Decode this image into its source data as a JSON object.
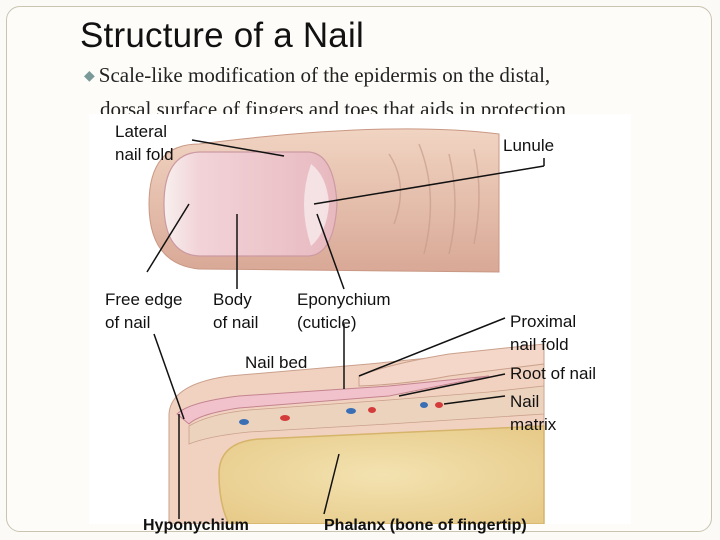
{
  "slide": {
    "title": "Structure of a Nail",
    "bullet_line1": "Scale-like modification of the epidermis on the distal,",
    "bullet_line2": "dorsal surface of fingers and toes that aids in protection"
  },
  "figure": {
    "labels": {
      "lateral_nail_fold": "Lateral\nnail fold",
      "lunule": "Lunule",
      "free_edge": "Free edge\nof nail",
      "body": "Body\nof nail",
      "eponychium": "Eponychium\n(cuticle)",
      "nail_bed": "Nail bed",
      "proximal_nail_fold": "Proximal\nnail fold",
      "root_of_nail": "Root of nail",
      "nail_matrix": "Nail\nmatrix",
      "hyponychium": "Hyponychium",
      "phalanx": "Phalanx (bone of fingertip)"
    }
  },
  "colors": {
    "skin": "#eac9b4",
    "nail_pink": "#f0c8d0",
    "bone": "#efd99a",
    "vessel_red": "#d43c3c",
    "vessel_blue": "#3a6fb5"
  }
}
